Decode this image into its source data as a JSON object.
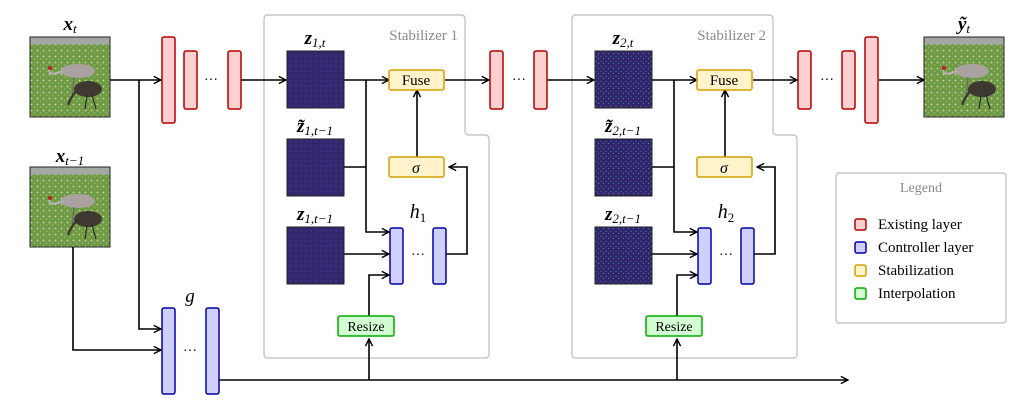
{
  "colors": {
    "existing_fill": "#ffd0d0",
    "existing_stroke": "#b40000",
    "controller_fill": "#d0d0ff",
    "controller_stroke": "#0000aa",
    "stabilization_fill": "#fff3cc",
    "stabilization_stroke": "#d4a000",
    "interpolation_fill": "#d4ffd4",
    "interpolation_stroke": "#00aa00",
    "stabilizer_box": "#c8c8c8",
    "feature_map": "#3a2a78",
    "photo_grass": "#6f9a45"
  },
  "inputs": {
    "x_t": {
      "main": "x",
      "sub": "t",
      "icon": "photo-thumbnail"
    },
    "x_t1": {
      "main": "x",
      "sub": "t−1",
      "icon": "photo-thumbnail"
    }
  },
  "output": {
    "main": "ỹ",
    "sub": "t",
    "icon": "photo-thumbnail"
  },
  "stabilizers": [
    {
      "title": "Stabilizer 1",
      "z_t": {
        "main": "z",
        "sub": "1,t"
      },
      "z_tilde": {
        "main": "z̃",
        "sub": "1,t−1"
      },
      "z_prev": {
        "main": "z",
        "sub": "1,t−1"
      },
      "h": {
        "main": "h",
        "sub": "1"
      },
      "fuse": "Fuse",
      "sigma": "σ",
      "resize": "Resize"
    },
    {
      "title": "Stabilizer 2",
      "z_t": {
        "main": "z",
        "sub": "2,t"
      },
      "z_tilde": {
        "main": "z̃",
        "sub": "2,t−1"
      },
      "z_prev": {
        "main": "z",
        "sub": "2,t−1"
      },
      "h": {
        "main": "h",
        "sub": "2"
      },
      "fuse": "Fuse",
      "sigma": "σ",
      "resize": "Resize"
    }
  ],
  "g_label": "g",
  "ellipsis": "···",
  "legend": {
    "title": "Legend",
    "items": [
      {
        "label": "Existing layer",
        "kind": "existing"
      },
      {
        "label": "Controller layer",
        "kind": "controller"
      },
      {
        "label": "Stabilization",
        "kind": "stabilization"
      },
      {
        "label": "Interpolation",
        "kind": "interpolation"
      }
    ]
  }
}
